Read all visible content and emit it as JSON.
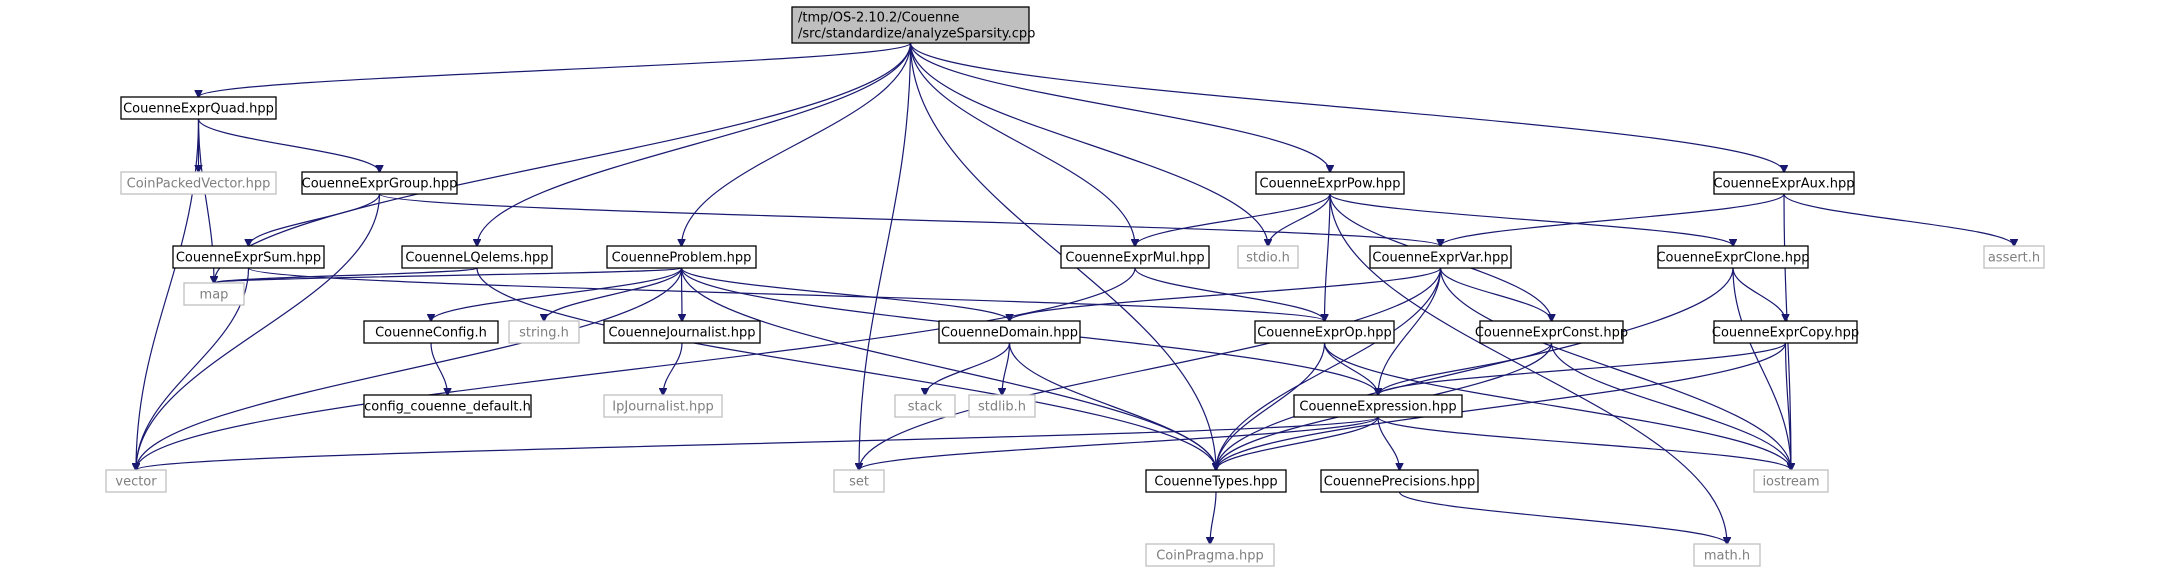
{
  "colors": {
    "edge": "#191970",
    "root_fill": "#bfbfbf",
    "node_border": "#000000",
    "system_border": "#bfbfbf",
    "system_text": "#7f7f7f"
  },
  "nodes": [
    {
      "id": "root",
      "kind": "root",
      "lines": [
        "/tmp/OS-2.10.2/Couenne",
        "/src/standardize/analyzeSparsity.cpp"
      ]
    },
    {
      "id": "quad",
      "kind": "local",
      "lines": [
        "CouenneExprQuad.hpp"
      ]
    },
    {
      "id": "cpv",
      "kind": "sys",
      "lines": [
        "CoinPackedVector.hpp"
      ]
    },
    {
      "id": "group",
      "kind": "local",
      "lines": [
        "CouenneExprGroup.hpp"
      ]
    },
    {
      "id": "sum",
      "kind": "local",
      "lines": [
        "CouenneExprSum.hpp"
      ]
    },
    {
      "id": "lq",
      "kind": "local",
      "lines": [
        "CouenneLQelems.hpp"
      ]
    },
    {
      "id": "problem",
      "kind": "local",
      "lines": [
        "CouenneProblem.hpp"
      ]
    },
    {
      "id": "mul",
      "kind": "local",
      "lines": [
        "CouenneExprMul.hpp"
      ]
    },
    {
      "id": "stdio",
      "kind": "sys",
      "lines": [
        "stdio.h"
      ]
    },
    {
      "id": "pow",
      "kind": "local",
      "lines": [
        "CouenneExprPow.hpp"
      ]
    },
    {
      "id": "aux",
      "kind": "local",
      "lines": [
        "CouenneExprAux.hpp"
      ]
    },
    {
      "id": "assert",
      "kind": "sys",
      "lines": [
        "assert.h"
      ]
    },
    {
      "id": "map",
      "kind": "sys",
      "lines": [
        "map"
      ]
    },
    {
      "id": "config",
      "kind": "local",
      "lines": [
        "CouenneConfig.h"
      ]
    },
    {
      "id": "configdef",
      "kind": "local",
      "lines": [
        "config_couenne_default.h"
      ]
    },
    {
      "id": "stringh",
      "kind": "sys",
      "lines": [
        "string.h"
      ]
    },
    {
      "id": "journalist",
      "kind": "local",
      "lines": [
        "CouenneJournalist.hpp"
      ]
    },
    {
      "id": "ipjournalist",
      "kind": "sys",
      "lines": [
        "IpJournalist.hpp"
      ]
    },
    {
      "id": "domain",
      "kind": "local",
      "lines": [
        "CouenneDomain.hpp"
      ]
    },
    {
      "id": "stack",
      "kind": "sys",
      "lines": [
        "stack"
      ]
    },
    {
      "id": "stdlib",
      "kind": "sys",
      "lines": [
        "stdlib.h"
      ]
    },
    {
      "id": "var",
      "kind": "local",
      "lines": [
        "CouenneExprVar.hpp"
      ]
    },
    {
      "id": "op",
      "kind": "local",
      "lines": [
        "CouenneExprOp.hpp"
      ]
    },
    {
      "id": "const",
      "kind": "local",
      "lines": [
        "CouenneExprConst.hpp"
      ]
    },
    {
      "id": "clone",
      "kind": "local",
      "lines": [
        "CouenneExprClone.hpp"
      ]
    },
    {
      "id": "copy",
      "kind": "local",
      "lines": [
        "CouenneExprCopy.hpp"
      ]
    },
    {
      "id": "expression",
      "kind": "local",
      "lines": [
        "CouenneExpression.hpp"
      ]
    },
    {
      "id": "vector",
      "kind": "sys",
      "lines": [
        "vector"
      ]
    },
    {
      "id": "set",
      "kind": "sys",
      "lines": [
        "set"
      ]
    },
    {
      "id": "types",
      "kind": "local",
      "lines": [
        "CouenneTypes.hpp"
      ]
    },
    {
      "id": "precisions",
      "kind": "local",
      "lines": [
        "CouennePrecisions.hpp"
      ]
    },
    {
      "id": "iostream",
      "kind": "sys",
      "lines": [
        "iostream"
      ]
    },
    {
      "id": "coinpragma",
      "kind": "sys",
      "lines": [
        "CoinPragma.hpp"
      ]
    },
    {
      "id": "math",
      "kind": "sys",
      "lines": [
        "math.h"
      ]
    }
  ],
  "edges": [
    [
      "root",
      "quad"
    ],
    [
      "root",
      "map"
    ],
    [
      "root",
      "set"
    ],
    [
      "root",
      "lq"
    ],
    [
      "root",
      "problem"
    ],
    [
      "root",
      "types"
    ],
    [
      "root",
      "mul"
    ],
    [
      "root",
      "stdio"
    ],
    [
      "root",
      "pow"
    ],
    [
      "root",
      "aux"
    ],
    [
      "quad",
      "cpv"
    ],
    [
      "quad",
      "group"
    ],
    [
      "quad",
      "map"
    ],
    [
      "quad",
      "vector"
    ],
    [
      "group",
      "sum"
    ],
    [
      "group",
      "vector"
    ],
    [
      "group",
      "var"
    ],
    [
      "sum",
      "vector"
    ],
    [
      "sum",
      "op"
    ],
    [
      "lq",
      "map"
    ],
    [
      "lq",
      "types"
    ],
    [
      "problem",
      "map"
    ],
    [
      "problem",
      "vector"
    ],
    [
      "problem",
      "config"
    ],
    [
      "problem",
      "stringh"
    ],
    [
      "problem",
      "journalist"
    ],
    [
      "problem",
      "domain"
    ],
    [
      "problem",
      "types"
    ],
    [
      "problem",
      "expression"
    ],
    [
      "config",
      "configdef"
    ],
    [
      "journalist",
      "ipjournalist"
    ],
    [
      "domain",
      "stack"
    ],
    [
      "domain",
      "stdlib"
    ],
    [
      "domain",
      "types"
    ],
    [
      "mul",
      "vector"
    ],
    [
      "mul",
      "op"
    ],
    [
      "pow",
      "mul"
    ],
    [
      "pow",
      "stdio"
    ],
    [
      "pow",
      "op"
    ],
    [
      "pow",
      "const"
    ],
    [
      "pow",
      "clone"
    ],
    [
      "pow",
      "math"
    ],
    [
      "aux",
      "var"
    ],
    [
      "aux",
      "assert"
    ],
    [
      "aux",
      "iostream"
    ],
    [
      "var",
      "set"
    ],
    [
      "var",
      "types"
    ],
    [
      "var",
      "domain"
    ],
    [
      "var",
      "const"
    ],
    [
      "var",
      "expression"
    ],
    [
      "var",
      "iostream"
    ],
    [
      "op",
      "expression"
    ],
    [
      "op",
      "types"
    ],
    [
      "op",
      "iostream"
    ],
    [
      "const",
      "expression"
    ],
    [
      "const",
      "types"
    ],
    [
      "const",
      "iostream"
    ],
    [
      "clone",
      "copy"
    ],
    [
      "clone",
      "types"
    ],
    [
      "clone",
      "iostream"
    ],
    [
      "copy",
      "expression"
    ],
    [
      "copy",
      "types"
    ],
    [
      "copy",
      "iostream"
    ],
    [
      "expression",
      "vector"
    ],
    [
      "expression",
      "set"
    ],
    [
      "expression",
      "types"
    ],
    [
      "expression",
      "precisions"
    ],
    [
      "expression",
      "iostream"
    ],
    [
      "types",
      "coinpragma"
    ],
    [
      "precisions",
      "math"
    ]
  ]
}
